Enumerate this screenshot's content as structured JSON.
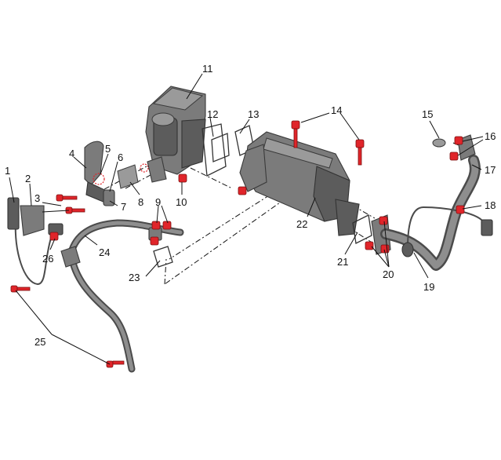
{
  "diagram": {
    "callouts": [
      {
        "id": "1",
        "text": "1"
      },
      {
        "id": "2",
        "text": "2"
      },
      {
        "id": "3",
        "text": "3"
      },
      {
        "id": "4",
        "text": "4"
      },
      {
        "id": "5",
        "text": "5"
      },
      {
        "id": "6",
        "text": "6"
      },
      {
        "id": "7",
        "text": "7"
      },
      {
        "id": "8",
        "text": "8"
      },
      {
        "id": "9",
        "text": "9"
      },
      {
        "id": "10",
        "text": "10"
      },
      {
        "id": "11",
        "text": "11"
      },
      {
        "id": "12",
        "text": "12"
      },
      {
        "id": "13",
        "text": "13"
      },
      {
        "id": "14",
        "text": "14"
      },
      {
        "id": "15",
        "text": "15"
      },
      {
        "id": "16",
        "text": "16"
      },
      {
        "id": "17",
        "text": "17"
      },
      {
        "id": "18",
        "text": "18"
      },
      {
        "id": "19",
        "text": "19"
      },
      {
        "id": "20",
        "text": "20"
      },
      {
        "id": "21",
        "text": "21"
      },
      {
        "id": "22",
        "text": "22"
      },
      {
        "id": "23",
        "text": "23"
      },
      {
        "id": "24",
        "text": "24"
      },
      {
        "id": "25",
        "text": "25"
      },
      {
        "id": "26",
        "text": "26"
      }
    ],
    "colors": {
      "fastener": "#e0252a",
      "part": "#7b7b7b",
      "line": "#111111"
    }
  }
}
